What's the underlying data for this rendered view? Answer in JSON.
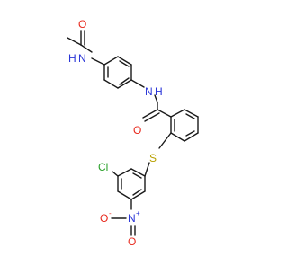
{
  "molecule": {
    "atom_labels": {
      "o1": "O",
      "n1": "N",
      "h1": "H",
      "n2": "N",
      "h2": "H",
      "o2": "O",
      "s": "S",
      "cl": "Cl",
      "n3": "N",
      "n3_charge": "+",
      "o3": "O",
      "o3_charge": "-",
      "o4": "O"
    },
    "colors": {
      "carbon_bond": "#1a1a1a",
      "oxygen": "#e8281c",
      "nitrogen": "#2a35d8",
      "sulfur": "#b8a000",
      "chlorine": "#2aa02a"
    }
  }
}
